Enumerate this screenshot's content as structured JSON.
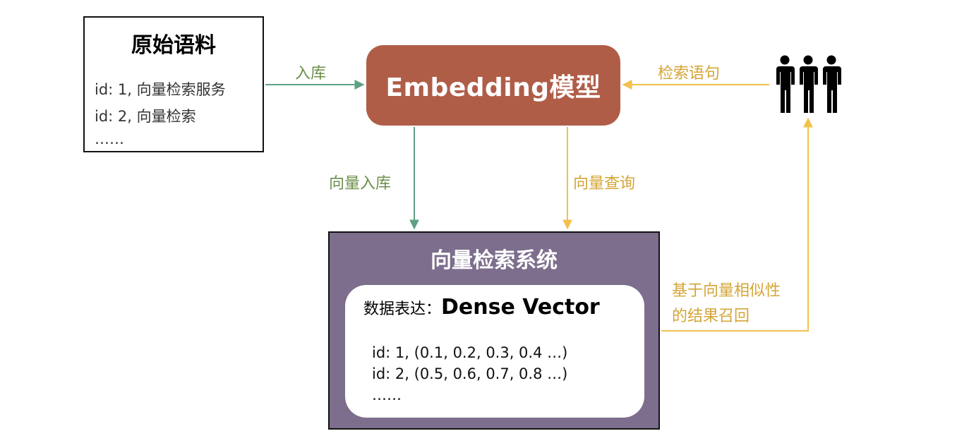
{
  "corpus": {
    "title": "原始语料",
    "lines": [
      "id: 1, 向量检索服务",
      "id: 2, 向量检索",
      "……"
    ]
  },
  "model": {
    "title": "Embedding模型"
  },
  "system": {
    "title": "向量检索系统",
    "inner_prefix": "数据表达：",
    "inner_dense": "Dense Vector",
    "lines": [
      "id: 1, (0.1, 0.2, 0.3, 0.4 …)",
      "id: 2, (0.5, 0.6, 0.7, 0.8 …)",
      "……"
    ]
  },
  "edges": {
    "ingest": "入库",
    "query_sentence": "检索语句",
    "vector_ingest": "向量入库",
    "vector_query": "向量查询",
    "result_line1": "基于向量相似性",
    "result_line2": "的结果召回"
  },
  "users": {
    "icon": "users-group-icon"
  },
  "colors": {
    "model_fill": "#b05d48",
    "system_fill": "#7c6e8c",
    "ingest_edge": "#5fa184",
    "ingest_label": "#6b8f4a",
    "query_edge": "#f2c14b",
    "query_label": "#d4a536"
  }
}
